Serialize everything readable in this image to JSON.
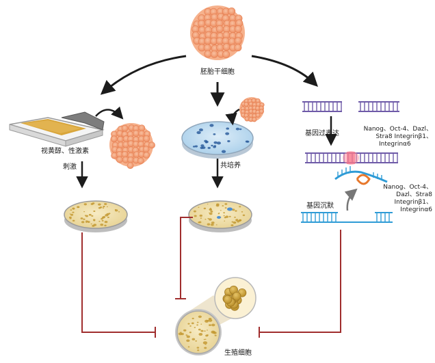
{
  "labels": {
    "esc": "胚胎干细胞",
    "retinol_hormone": "视黄醇、性激素",
    "stimulate": "刺激",
    "coculture": "共培养",
    "gene_overexpression": "基因过表达",
    "overexpr_genes_line1": "Nanog、Oct-4、Dazl、",
    "overexpr_genes_line2": "Stra8 Integrinβ1、",
    "overexpr_genes_line3": "Integrinα6",
    "gene_silencing": "基因沉默",
    "silence_genes_line1": "Nanog、Oct-4、",
    "silence_genes_line2": "Dazl、Stra8",
    "silence_genes_line3": "Integrinβ1、",
    "silence_genes_line4": "Integrinα6",
    "germ_cells": "生殖细胞"
  },
  "colors": {
    "arrow": "#1c1c1c",
    "inhibit": "#a02d2d",
    "cell_fill": "#f3a078",
    "cell_edge": "#e9855a",
    "dish_medium": "#f1dfa6",
    "colony": "#c9a33f",
    "dna_purple": "#6e5aa8",
    "dna_blue": "#2e9bd6",
    "highlight": "#e8475f",
    "silence_orange": "#e7782c"
  }
}
